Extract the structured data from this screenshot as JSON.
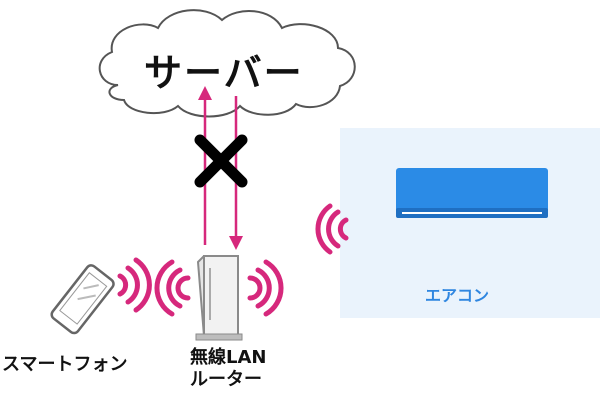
{
  "cloud": {
    "label": "サーバー"
  },
  "aircon": {
    "label": "エアコン"
  },
  "smartphone": {
    "label": "スマートフォン"
  },
  "router": {
    "label_line1": "無線LAN",
    "label_line2": "ルーター"
  },
  "blocked_mark": "✕",
  "colors": {
    "signal": "#d6287c",
    "aircon_panel": "#eaf3fc",
    "aircon_unit": "#2b8be6",
    "aircon_label": "#2f86e0",
    "device_gray": "#9a9a9a"
  },
  "icons": [
    "cloud-icon",
    "smartphone-icon",
    "router-icon",
    "wifi-signal-icon",
    "aircon-icon",
    "blocked-x-icon",
    "arrow-up-icon",
    "arrow-down-icon"
  ]
}
